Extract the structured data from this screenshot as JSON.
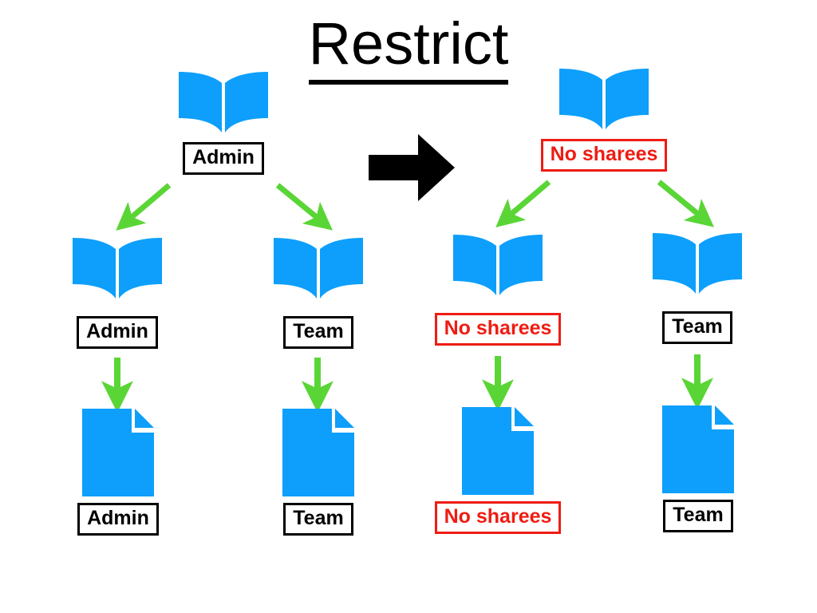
{
  "title": "Restrict",
  "colors": {
    "icon_blue": "#0d9ffb",
    "arrow_green": "#5ad536",
    "label_red": "#ee1c13",
    "label_black": "#000000",
    "background": "#ffffff",
    "big_arrow": "#000000"
  },
  "before": {
    "root": {
      "icon": "open-book-icon",
      "label": "Admin",
      "label_style": "black"
    },
    "children": [
      {
        "icon": "open-book-icon",
        "label": "Admin",
        "label_style": "black",
        "document": {
          "icon": "document-icon",
          "label": "Admin",
          "label_style": "black"
        }
      },
      {
        "icon": "open-book-icon",
        "label": "Team",
        "label_style": "black",
        "document": {
          "icon": "document-icon",
          "label": "Team",
          "label_style": "black"
        }
      }
    ]
  },
  "transition": {
    "icon": "right-arrow-icon"
  },
  "after": {
    "root": {
      "icon": "open-book-icon",
      "label": "No sharees",
      "label_style": "red"
    },
    "children": [
      {
        "icon": "open-book-icon",
        "label": "No sharees",
        "label_style": "red",
        "document": {
          "icon": "document-icon",
          "label": "No sharees",
          "label_style": "red"
        }
      },
      {
        "icon": "open-book-icon",
        "label": "Team",
        "label_style": "black",
        "document": {
          "icon": "document-icon",
          "label": "Team",
          "label_style": "black"
        }
      }
    ]
  },
  "connectors": {
    "branch_arrow": "diagonal-green-arrow",
    "link_arrow": "vertical-green-arrow"
  }
}
